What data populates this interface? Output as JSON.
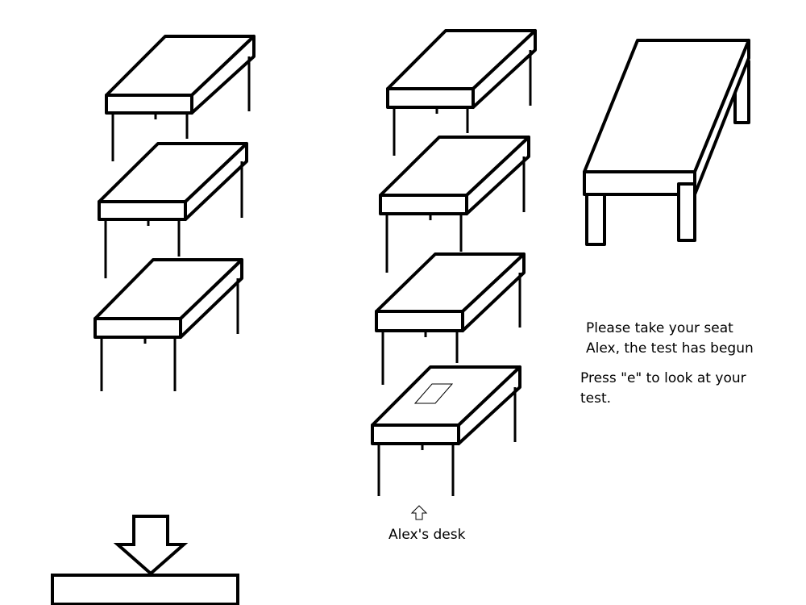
{
  "messages": {
    "take_seat_line1": "Please take your seat",
    "take_seat_line2": "Alex, the test has begun",
    "instruction": "Press \"e\" to look at your test."
  },
  "desk_label": "Alex's desk",
  "icons": {
    "desk_pointer": "up-arrow-icon",
    "exit_pointer": "down-arrow-icon"
  }
}
